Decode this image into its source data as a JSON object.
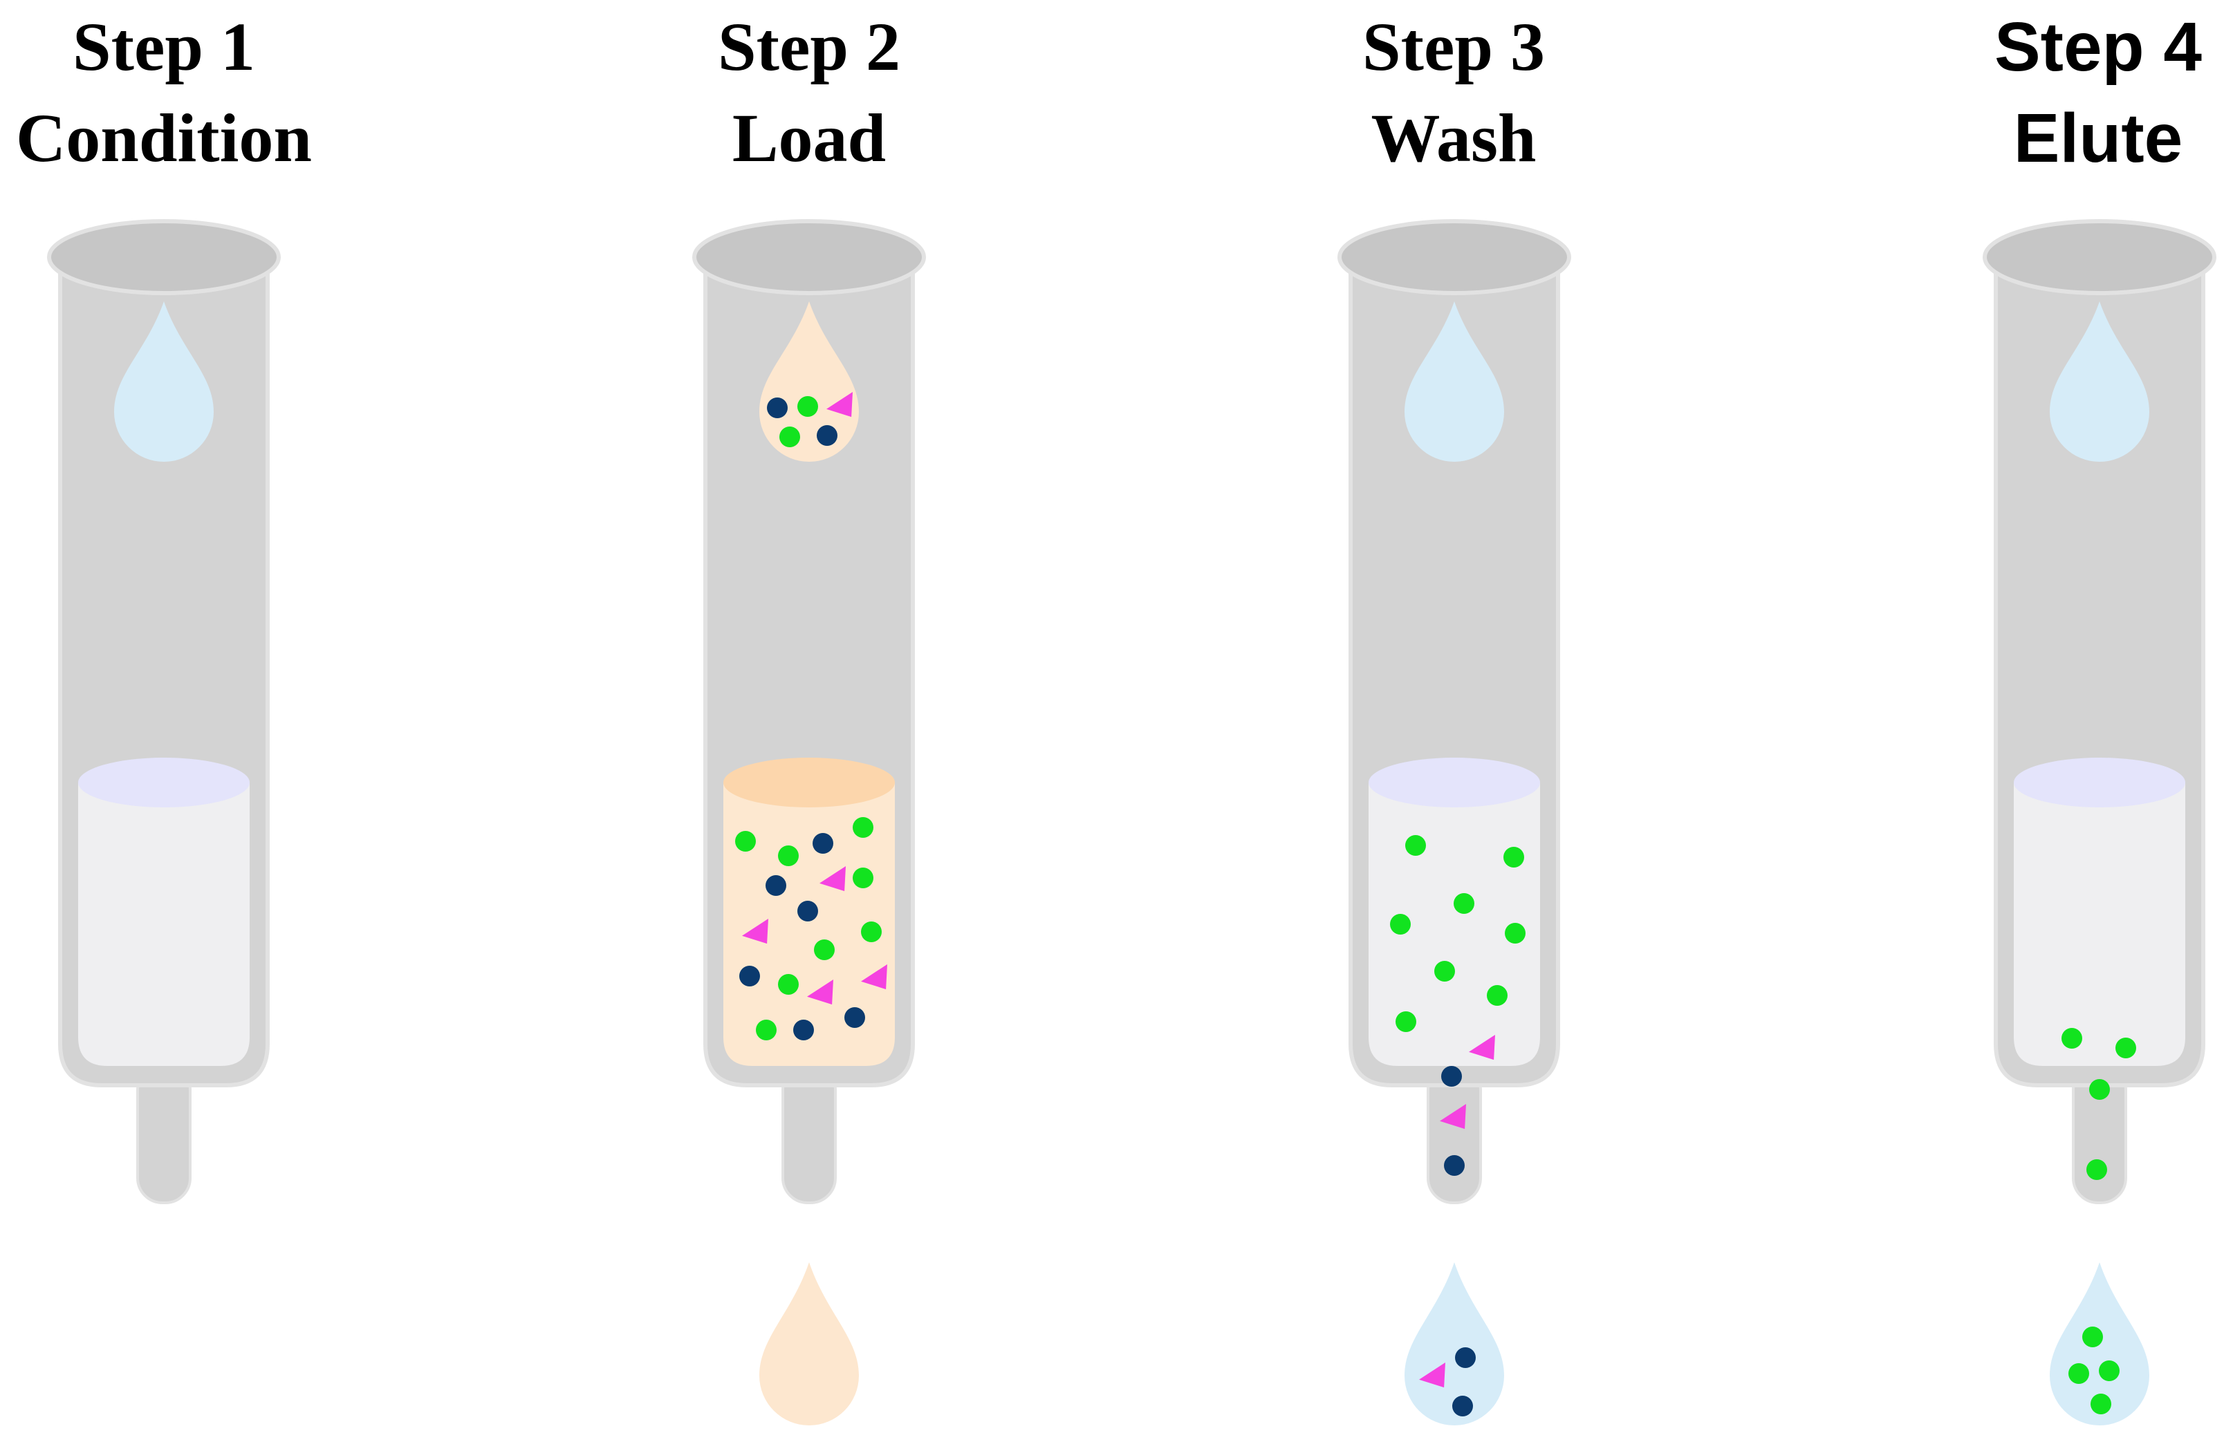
{
  "steps": [
    {
      "number_label": "Step 1",
      "name_label": "Condition",
      "top_drop": {
        "color": "#d6ecf8",
        "particles": []
      },
      "bed": {
        "fill": "#efeff1",
        "top": "#e4e4fb",
        "particles": []
      },
      "outlet_particles": [],
      "bottom_drop": null
    },
    {
      "number_label": "Step 2",
      "name_label": "Load",
      "top_drop": {
        "color": "#fde7cf",
        "particles": [
          {
            "kind": "dot-blue"
          },
          {
            "kind": "dot-green"
          },
          {
            "kind": "tri-pink"
          },
          {
            "kind": "dot-green"
          },
          {
            "kind": "dot-blue"
          }
        ]
      },
      "bed": {
        "fill": "#fde8d0",
        "top": "#fcd6ac",
        "particles": [
          {
            "kind": "dot-green"
          },
          {
            "kind": "dot-blue"
          },
          {
            "kind": "dot-green"
          },
          {
            "kind": "dot-green"
          },
          {
            "kind": "dot-blue"
          },
          {
            "kind": "tri-pink"
          },
          {
            "kind": "dot-green"
          },
          {
            "kind": "dot-blue"
          },
          {
            "kind": "tri-pink"
          },
          {
            "kind": "dot-green"
          },
          {
            "kind": "dot-green"
          },
          {
            "kind": "dot-blue"
          },
          {
            "kind": "dot-green"
          },
          {
            "kind": "tri-pink"
          },
          {
            "kind": "tri-pink"
          },
          {
            "kind": "dot-green"
          },
          {
            "kind": "dot-blue"
          },
          {
            "kind": "dot-blue"
          }
        ]
      },
      "outlet_particles": [],
      "bottom_drop": {
        "color": "#fde7cf",
        "particles": []
      }
    },
    {
      "number_label": "Step 3",
      "name_label": "Wash",
      "top_drop": {
        "color": "#d6ecf8",
        "particles": []
      },
      "bed": {
        "fill": "#efeff1",
        "top": "#e4e4fb",
        "particles": [
          {
            "kind": "dot-green"
          },
          {
            "kind": "dot-green"
          },
          {
            "kind": "dot-green"
          },
          {
            "kind": "dot-green"
          },
          {
            "kind": "dot-green"
          },
          {
            "kind": "dot-green"
          },
          {
            "kind": "dot-green"
          },
          {
            "kind": "dot-green"
          },
          {
            "kind": "tri-pink"
          }
        ]
      },
      "outlet_particles": [
        {
          "kind": "dot-blue"
        },
        {
          "kind": "tri-pink"
        },
        {
          "kind": "dot-blue"
        }
      ],
      "bottom_drop": {
        "color": "#d6ecf8",
        "particles": [
          {
            "kind": "dot-blue"
          },
          {
            "kind": "tri-pink"
          },
          {
            "kind": "dot-blue"
          }
        ]
      }
    },
    {
      "number_label": "Step 4",
      "name_label": "Elute",
      "top_drop": {
        "color": "#d6ecf8",
        "particles": []
      },
      "bed": {
        "fill": "#efeff1",
        "top": "#e4e4fb",
        "particles": [
          {
            "kind": "dot-green"
          },
          {
            "kind": "dot-green"
          }
        ]
      },
      "outlet_particles": [
        {
          "kind": "dot-green"
        },
        {
          "kind": "dot-green"
        }
      ],
      "bottom_drop": {
        "color": "#d6ecf8",
        "particles": [
          {
            "kind": "dot-green"
          },
          {
            "kind": "dot-green"
          },
          {
            "kind": "dot-green"
          },
          {
            "kind": "dot-green"
          }
        ]
      }
    }
  ],
  "colors": {
    "cartridge_body": "#d3d3d3",
    "cartridge_rim": "#c6c6c6",
    "cartridge_outline": "#e2e2e2",
    "dot_green": "#12e31f",
    "dot_blue": "#0b3a6e",
    "tri_pink": "#f542e0"
  }
}
